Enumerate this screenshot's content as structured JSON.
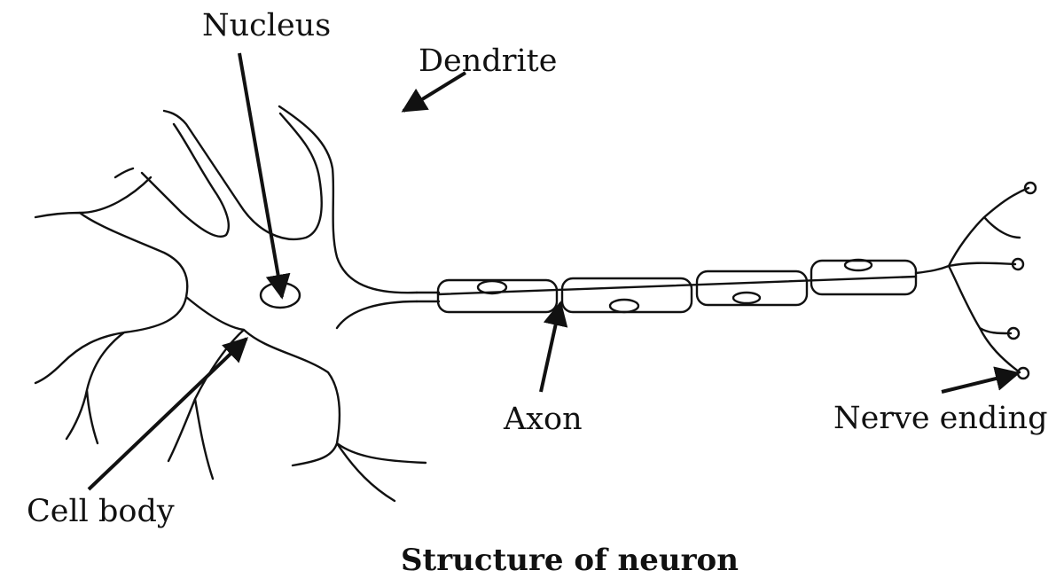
{
  "labels": {
    "nucleus": "Nucleus",
    "dendrite": "Dendrite",
    "axon": "Axon",
    "nerve_ending": "Nerve ending",
    "cell_body": "Cell body"
  },
  "title": "Structure of neuron",
  "colors": {
    "ink": "#111111",
    "background": "#ffffff"
  }
}
